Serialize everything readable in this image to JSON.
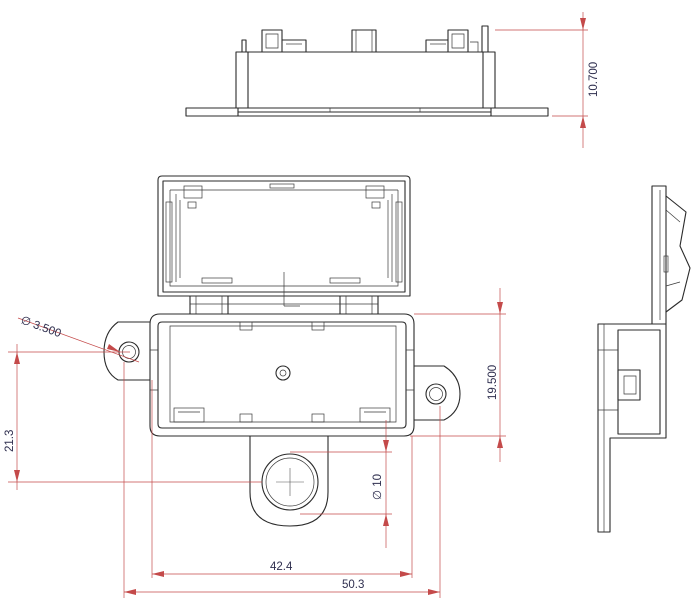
{
  "dimensions": {
    "height_top": "10.700",
    "hole_diameter_small": "∅ 3.500",
    "height_left": "21.3",
    "height_right": "19.500",
    "hole_diameter_large": "∅ 10",
    "width_inner": "42.4",
    "width_outer": "50.3"
  },
  "views": [
    "top-view",
    "front-view",
    "side-view"
  ]
}
